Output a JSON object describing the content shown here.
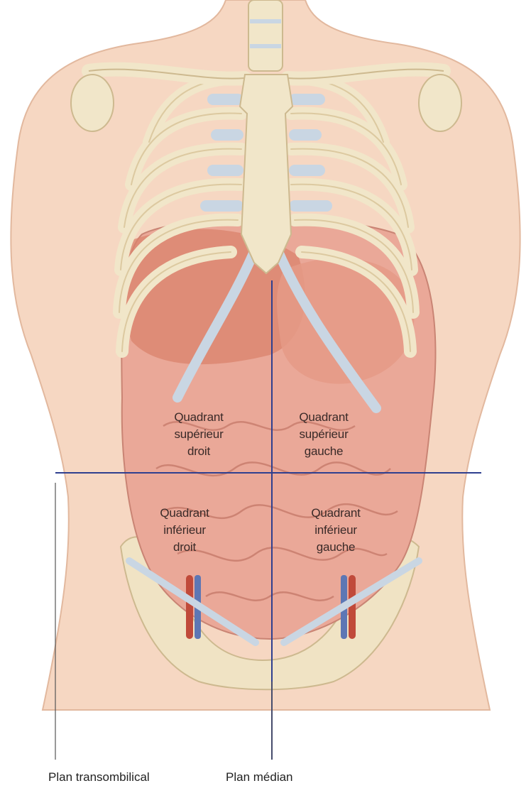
{
  "quadrants": {
    "upper_right": {
      "line1": "Quadrant",
      "line2": "supérieur",
      "line3": "droit"
    },
    "upper_left": {
      "line1": "Quadrant",
      "line2": "supérieur",
      "line3": "gauche"
    },
    "lower_right": {
      "line1": "Quadrant",
      "line2": "inférieur",
      "line3": "droit"
    },
    "lower_left": {
      "line1": "Quadrant",
      "line2": "inférieur",
      "line3": "gauche"
    }
  },
  "captions": {
    "transumbilical": "Plan transombilical",
    "median": "Plan médian"
  },
  "colors": {
    "skin": "#f6d7c2",
    "bone": "#f1e6c9",
    "cartilage": "#c9d6e3",
    "viscera": "#eaa898",
    "plane_line": "#2f3f8f"
  }
}
